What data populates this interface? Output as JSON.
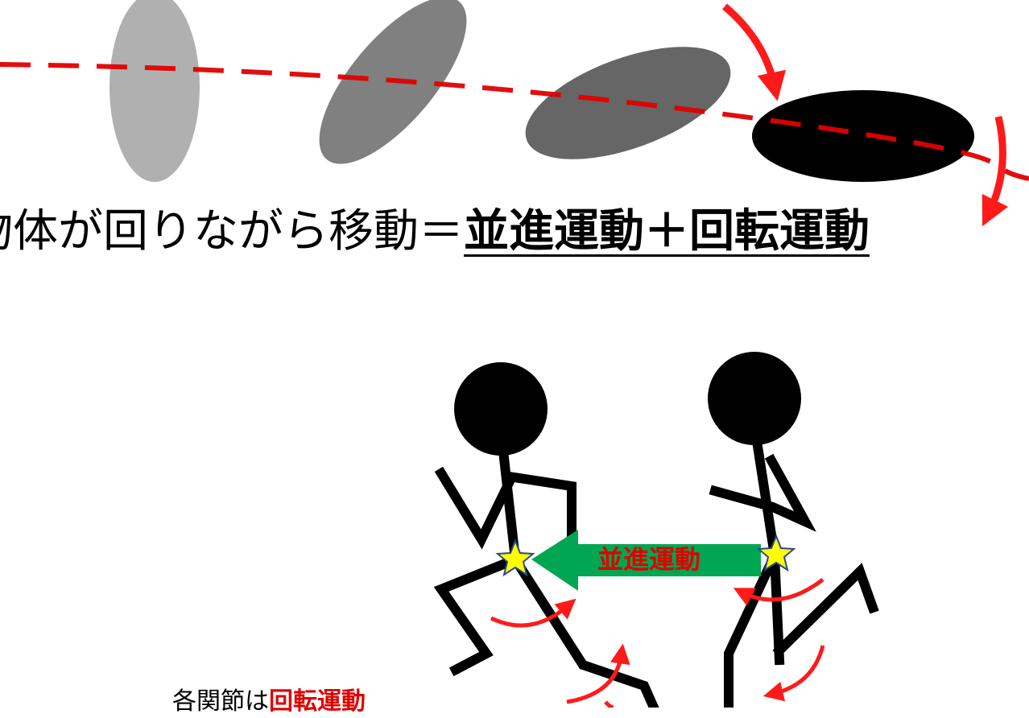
{
  "caption": {
    "prefix": "物体が回りながら移動＝",
    "emphasis_1": "並進運動",
    "plus": "＋",
    "emphasis_2": "回転運動"
  },
  "arrow_label": "並進運動",
  "note": {
    "prefix": "各関節は",
    "emphasis": "回転運動"
  },
  "colors": {
    "path_line": "#e00000",
    "rotation_arrow": "#ff1a1a",
    "translation_arrow": "#00a651",
    "translation_label": "#e00000",
    "joint_star": "#ffff00",
    "figure": "#000000",
    "ellipse_shades": [
      "#b0b0b0",
      "#808080",
      "#666666",
      "#000000"
    ]
  },
  "icons": [
    "joint-star-icon",
    "rotation-arrow-icon",
    "translation-arrow-icon"
  ]
}
